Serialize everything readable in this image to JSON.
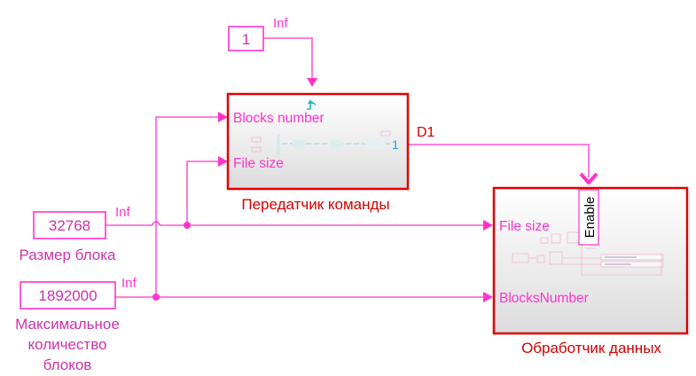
{
  "colors": {
    "signal": "#ff33cc",
    "block_border": "#e00000",
    "block_title": "#d40000",
    "constant_text": "#cc33aa",
    "port_out": "#1aa3cc",
    "trigger": "#20b8b0"
  },
  "constants": {
    "one": {
      "value": "1",
      "rate": "Inf"
    },
    "block_size": {
      "value": "32768",
      "rate": "Inf",
      "caption": "Размер блока"
    },
    "max_blocks": {
      "value": "1892000",
      "rate": "Inf",
      "caption_lines": [
        "Максимальное",
        "количество",
        "блоков"
      ]
    }
  },
  "transmitter": {
    "title": "Передатчик команды",
    "inputs": [
      "Blocks number",
      "File size"
    ],
    "output_port": "1",
    "output_signal": "D1"
  },
  "processor": {
    "title": "Обработчик данных",
    "inputs": [
      "File size",
      "BlocksNumber"
    ],
    "enable_port": "Enable"
  }
}
